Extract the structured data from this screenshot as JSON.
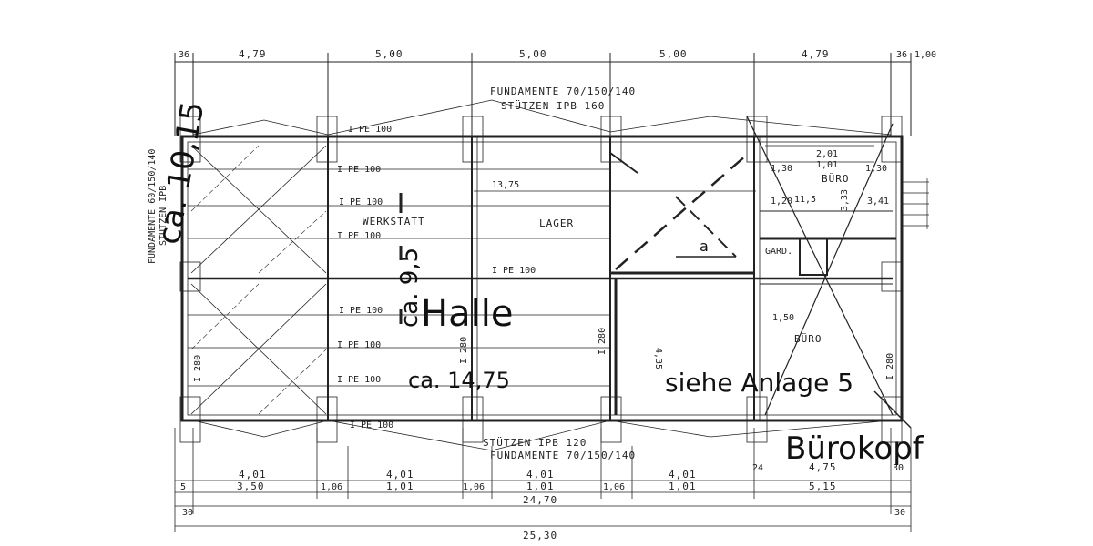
{
  "dims_top": [
    "36",
    "4,79",
    "5,00",
    "5,00",
    "5,00",
    "4,79",
    "36",
    "1,00"
  ],
  "dims_bottom_row1": [
    "4,01",
    "4,01",
    "4,01",
    "4,01",
    "24",
    "4,75",
    "30"
  ],
  "dims_bottom_row2": [
    "5",
    "3,50",
    "1,06",
    "1,01",
    "1,06",
    "1,01",
    "1,06",
    "1,01",
    "5,15"
  ],
  "dims_bottom_row3": [
    "30",
    "24,70",
    "30"
  ],
  "dims_bottom_row4": [
    "25,30"
  ],
  "foundation_top": "FUNDAMENTE 70/150/140",
  "supports_top": "STÜTZEN IPB 160",
  "supports_bottom": "STÜTZEN IPB 120",
  "foundation_bottom": "FUNDAMENTE 70/150/140",
  "foundation_left": "FUNDAMENTE 60/150/140",
  "supports_left": "STÜTZEN IPB",
  "beam_labels": [
    "I PE 100",
    "I PE 100",
    "I PE 100",
    "I PE 100",
    "I PE 100",
    "I PE 100",
    "I PE 100",
    "I PE 100",
    "I PE 100"
  ],
  "column_labels": [
    "I 280",
    "I 280",
    "I 280",
    "I 280"
  ],
  "room_werkstatt": "WERKSTATT",
  "room_lager": "LAGER",
  "room_buero_top": "BÜRO",
  "room_buero_bottom": "BÜRO",
  "room_gard": "GARD.",
  "dim_1375": "13,75",
  "dim_interior": [
    "2,01",
    "1,01",
    "1,30",
    "1,30",
    "1,20",
    "11,5",
    "3,33",
    "3,41",
    "1,50",
    "4,35"
  ],
  "hand_width_total": "ca. 10,15",
  "hand_height": "ca. 9,5",
  "hand_halle": "Halle",
  "hand_length": "ca. 14,75",
  "hand_anlage": "siehe Anlage 5",
  "hand_buerokopf": "Bürokopf",
  "hand_a": "a"
}
